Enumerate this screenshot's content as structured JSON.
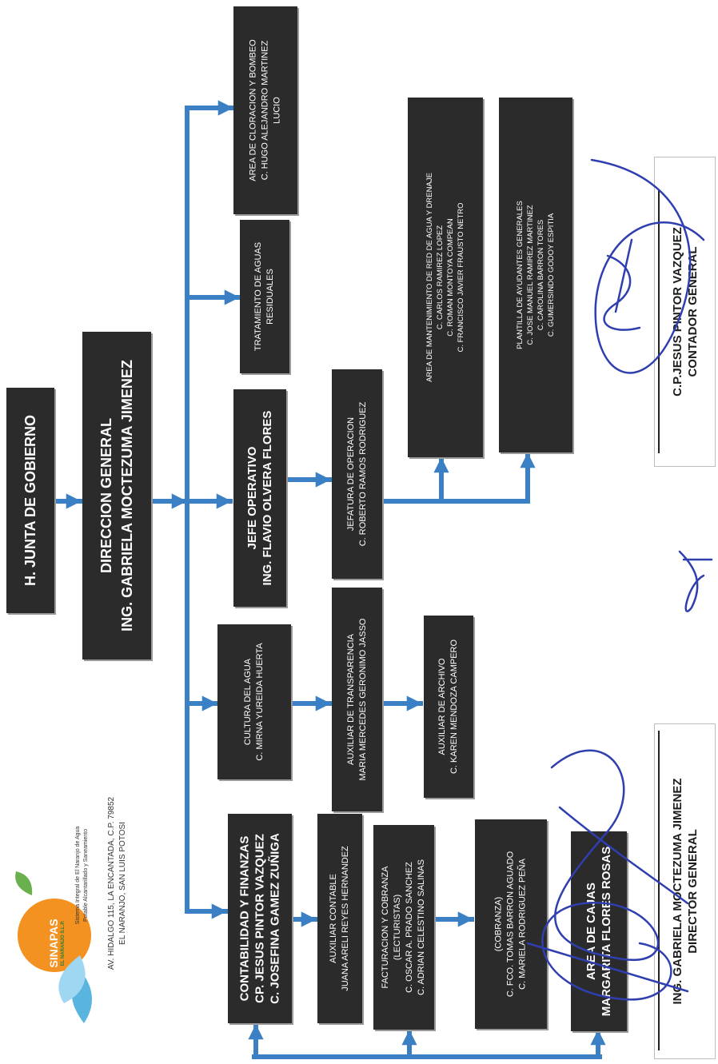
{
  "logo": {
    "brand": "SINAPAS",
    "brand_sub": "EL NARANJO S.L.P.",
    "line1": "Sistema Integral de El Naranjo de Agua",
    "line2": "Potable Alcantarillado y Saneamiento",
    "address1": "AV. HIDALGO 115, LA ENCANTADA, C.P. 79852",
    "address2": "EL NARANJO, SAN LUIS POTOSI"
  },
  "nodes": {
    "junta": [
      "H. JUNTA DE GOBIERNO"
    ],
    "direccion": [
      "DIRECCION GENERAL",
      "ING. GABRIELA MOCTEZUMA JIMENEZ"
    ],
    "contabilidad": [
      "CONTABILIDAD Y FINANZAS",
      "CP. JESUS PINTOR VAZQUEZ",
      "C. JOSEFINA GAMEZ ZUÑIGA"
    ],
    "aux_contable": [
      "AUXILIAR CONTABLE",
      "JUANA ARELI REYES HERNANDEZ"
    ],
    "facturacion": [
      "FACTURACION Y COBRANZA",
      "(LECTURISTAS)",
      "C. OSCAR A. PRADO SANCHEZ",
      "C. ADRIAN CELESTINO SALINAS"
    ],
    "cobranza": [
      "(COBRANZA)",
      "C. FCO. TOMAS BARRON AGUADO",
      "C. MARIELA RODRIGUEZ  PEÑA"
    ],
    "cajas": [
      "AREA DE CAJAS",
      "MARGARITA FLORES ROSAS"
    ],
    "cultura": [
      "CULTURA DEL AGUA",
      "C. MIRNA YUREIDA HUERTA"
    ],
    "transparencia": [
      "AUXILIAR DE TRANSPARENCIA",
      "MARIA MERCEDES GERONIMO JASSO"
    ],
    "archivo": [
      "AUXILIAR DE ARCHIVO",
      "C. KAREN MENDOZA CAMPERO"
    ],
    "jefe_operativo": [
      "JEFE OPERATIVO",
      "ING. FLAVIO OLVERA FLORES"
    ],
    "jefatura_operacion": [
      "JEFATURA DE OPERACION",
      "C. ROBERTO RAMOS RODRIGUEZ"
    ],
    "mantenimiento": [
      "AREA DE MANTENIMIENTO DE RED DE AGUA Y DRENAJE",
      "C. CARLOS RAMIREZ LOPEZ",
      "C. ROMAN MONTOYA COMPEAN",
      "C. FRANCISCO JAVIER FRAUSTO NETRO"
    ],
    "plantilla": [
      "PLANTILLA DE AYUDANTES GENERALES",
      "C. JOSE MANUEL RAMIREZ MARTINEZ",
      "C. CAROLINA BARRON TORES",
      "C. GUMERSINDO GODOY ESPITIA"
    ],
    "tratamiento": [
      "TRATAMIENTO DE AGUAS",
      "RESIDUALES"
    ],
    "cloracion": [
      "AREA DE CLORACION Y BOMBEO",
      "C. HUGO ALEJANDRO MARTINEZ",
      "LUCIO"
    ]
  },
  "signatures": {
    "director": [
      "ING. GABRIELA MOCTEZUMA JIMENEZ",
      "DIRECTOR GENERAL"
    ],
    "contador": [
      "C.P.JESUS PINTOR VAZQUEZ",
      "CONTADOR GENERAL"
    ]
  },
  "colors": {
    "box": "#2b2b2b",
    "connector": "#3b7fc4",
    "ink": "#2f3fb0"
  }
}
